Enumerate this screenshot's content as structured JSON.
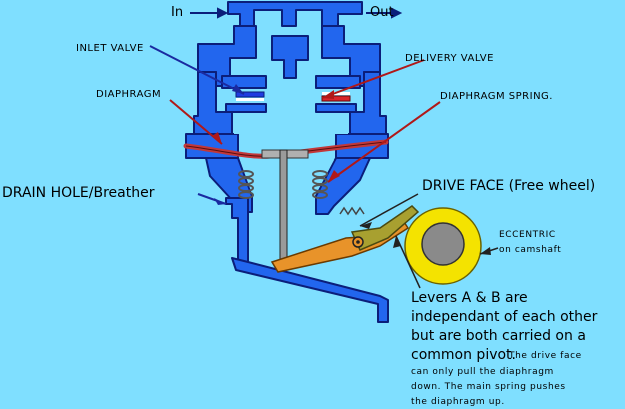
{
  "labels": {
    "in": "In",
    "out": "Out",
    "inlet_valve": "INLET VALVE",
    "delivery_valve": "DELIVERY VALVE",
    "diaphragm": "DIAPHRAGM",
    "diaphragm_spring": "DIAPHRAGM SPRING.",
    "drain_hole": "DRAIN HOLE/Breather",
    "drive_face": "DRIVE FACE (Free wheel)",
    "eccentric_line1": "ECCENTRIC",
    "eccentric_line2": "on camshaft",
    "levers_line1": "Levers A & B are",
    "levers_line2": "independant of each other",
    "levers_line3": "but are both carried on a",
    "levers_line4": "common pivot.",
    "levers_small1": "The drive face",
    "levers_small2": "can only pull the diaphragm",
    "levers_small3": "down. The main spring pushes",
    "levers_small4": "the diaphragm up."
  },
  "colors": {
    "background": "#7fdfff",
    "body_blue": "#2266ee",
    "body_dark": "#0b1e7a",
    "diaphragm_red": "#c2383a",
    "lever_orange": "#e8932a",
    "lever_olive": "#a8a030",
    "cam_yellow": "#f4e300",
    "cam_gray": "#8a8a8a"
  }
}
